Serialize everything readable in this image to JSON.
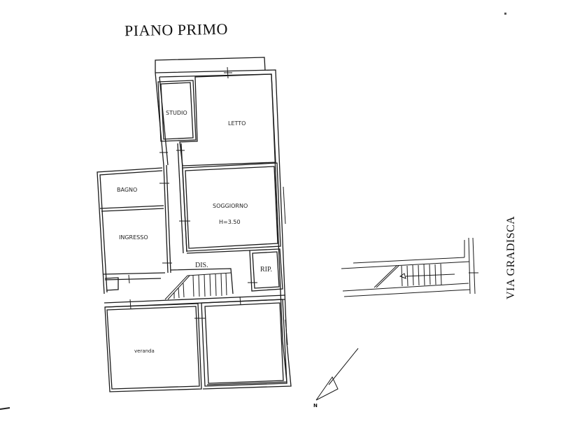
{
  "plan": {
    "title": "PIANO PRIMO",
    "street": "VIA GRADISCA",
    "north_label": "N",
    "rooms": [
      {
        "id": "studio",
        "label": "STUDIO"
      },
      {
        "id": "letto",
        "label": "LETTO"
      },
      {
        "id": "bagno",
        "label": "BAGNO"
      },
      {
        "id": "soggiorno",
        "label": "SOGGIORNO"
      },
      {
        "id": "ingresso",
        "label": "INGRESSO"
      },
      {
        "id": "dis",
        "label": "DIS."
      },
      {
        "id": "rip",
        "label": "RIP."
      },
      {
        "id": "veranda",
        "label": "veranda"
      }
    ],
    "height_note": "H=3.50",
    "colors": {
      "line": "#1a1a1a",
      "paper": "#ffffff"
    }
  }
}
